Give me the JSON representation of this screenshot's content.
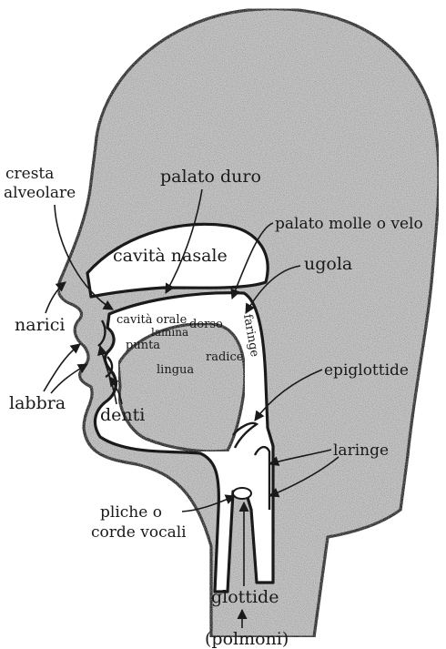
{
  "diagram": {
    "head_fill_color": "#c9c9c9",
    "line_color": "#1a1a1a",
    "background_color": "#ffffff",
    "labels": {
      "cresta": "cresta",
      "alveolare": "alveolare",
      "palato_duro": "palato duro",
      "palato_molle": "palato molle o velo",
      "cavita_nasale": "cavità nasale",
      "ugola": "ugola",
      "cavita_orale": "cavità orale",
      "narici": "narici",
      "lamina": "lamina",
      "dorso": "dorso",
      "punta": "punta",
      "radice": "radice",
      "lingua": "lingua",
      "faringe": "faringe",
      "epiglottide": "epiglottide",
      "labbra": "labbra",
      "denti": "denti",
      "laringe": "laringe",
      "pliche": "pliche o",
      "corde_vocali": "corde vocali",
      "glottide": "glottide",
      "polmoni": "(polmoni)"
    }
  }
}
